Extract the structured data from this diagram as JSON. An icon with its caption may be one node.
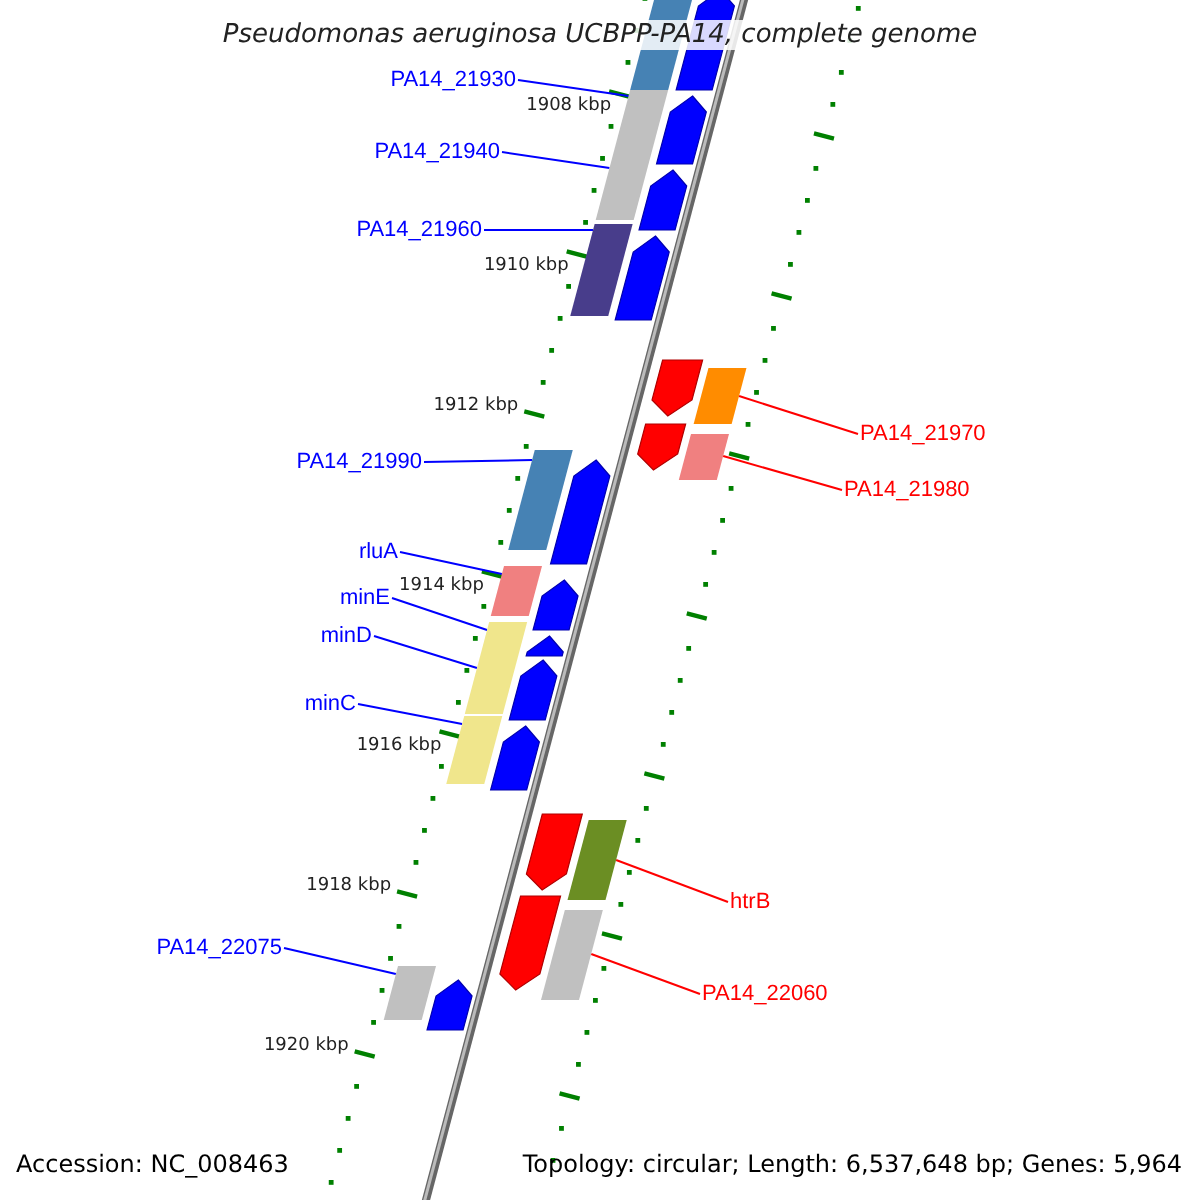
{
  "diagram": {
    "title": "Pseudomonas aeruginosa UCBPP-PA14, complete genome",
    "nodes": [
      {
        "text": [
          "PA14_21930"
        ]
      },
      {
        "text": [
          "PA14_21940"
        ]
      },
      {
        "text": [
          "PA14_21960"
        ]
      },
      {
        "text": [
          "PA14_21970"
        ]
      },
      {
        "text": [
          "PA14_21990"
        ]
      },
      {
        "text": [
          "PA14_21980"
        ]
      },
      {
        "text": [
          "rluA"
        ]
      },
      {
        "text": [
          "minE"
        ]
      },
      {
        "text": [
          "minD"
        ]
      },
      {
        "text": [
          "minC"
        ]
      },
      {
        "text": [
          "htrB"
        ]
      },
      {
        "text": [
          "PA14_22075"
        ]
      },
      {
        "text": [
          "PA14_22060"
        ]
      },
      {
        "text": [],
        "shape": "bar"
      },
      {
        "text": [],
        "shape": "bar"
      },
      {
        "text": [],
        "shape": "bar"
      },
      {
        "text": [],
        "shape": "bar"
      },
      {
        "text": [],
        "shape": "bar"
      },
      {
        "text": [],
        "shape": "bar"
      },
      {
        "text": [],
        "shape": "bar"
      },
      {
        "text": [],
        "shape": "bar"
      },
      {
        "text": [],
        "shape": "bar"
      },
      {
        "text": [],
        "shape": "bar"
      },
      {
        "text": [],
        "shape": "bar"
      },
      {
        "text": [],
        "shape": "bar"
      },
      {
        "text": [],
        "shape": "bar"
      },
      {
        "text": [],
        "shape": "bar"
      },
      {
        "text": [],
        "shape": "pentagon"
      },
      {
        "text": [],
        "shape": "pentagon"
      },
      {
        "text": [],
        "shape": "pentagon"
      },
      {
        "text": [],
        "shape": "pentagon"
      },
      {
        "text": [],
        "shape": "pentagon"
      },
      {
        "text": [],
        "shape": "pentagon"
      },
      {
        "text": [],
        "shape": "pentagon"
      },
      {
        "text": [],
        "shape": "pentagon"
      },
      {
        "text": [],
        "shape": "pentagon"
      },
      {
        "text": [],
        "shape": "pentagon"
      },
      {
        "text": [],
        "shape": "pentagon"
      },
      {
        "text": [],
        "shape": "pentagon"
      },
      {
        "text": [],
        "shape": "pentagon"
      },
      {
        "text": [],
        "shape": "pentagon"
      }
    ],
    "edges": [
      {
        "from": 0,
        "to": 13,
        "arrow": "none"
      },
      {
        "from": 1,
        "to": 14,
        "arrow": "none"
      },
      {
        "from": 2,
        "to": 15,
        "arrow": "none"
      },
      {
        "from": 3,
        "to": 16,
        "arrow": "none",
        "color": "#ff0000"
      },
      {
        "from": 4,
        "to": 17,
        "arrow": "none"
      },
      {
        "from": 5,
        "to": 18,
        "arrow": "none",
        "color": "#ff0000"
      },
      {
        "from": 6,
        "to": 19,
        "arrow": "none"
      },
      {
        "from": 7,
        "to": 20,
        "arrow": "none"
      },
      {
        "from": 8,
        "to": 21,
        "arrow": "none"
      },
      {
        "from": 9,
        "to": 22,
        "arrow": "none"
      },
      {
        "from": 10,
        "to": 23,
        "arrow": "none",
        "color": "#ff0000"
      },
      {
        "from": 11,
        "to": 24,
        "arrow": "none"
      },
      {
        "from": 12,
        "to": 25,
        "arrow": "none",
        "color": "#ff0000"
      }
    ],
    "labels": [
      "1908 kbp",
      "1910 kbp",
      "1912 kbp",
      "1914 kbp",
      "1916 kbp",
      "1918 kbp",
      "1920 kbp",
      "Accession: NC_008463",
      "Topology: circular; Length: 6,537,648 bp; Genes: 5,964"
    ]
  }
}
